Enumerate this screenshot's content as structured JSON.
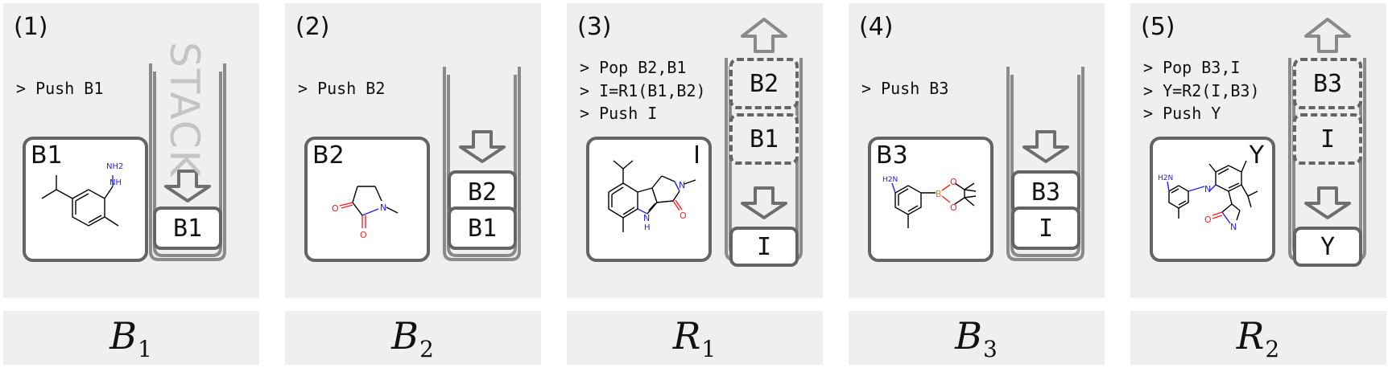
{
  "stack_word": "STACK",
  "panels": [
    {
      "step": "(1)",
      "commands": "> Push B1",
      "molecule": {
        "label": "B1",
        "atoms": [
          "NH2",
          "NH"
        ]
      },
      "stack_cells": [
        {
          "text": "B1",
          "dashed": false
        }
      ],
      "label": {
        "base": "B",
        "sub": "1"
      }
    },
    {
      "step": "(2)",
      "commands": "> Push B2",
      "molecule": {
        "label": "B2",
        "atoms": [
          "O",
          "O",
          "N"
        ]
      },
      "stack_cells": [
        {
          "text": "B2",
          "dashed": false
        },
        {
          "text": "B1",
          "dashed": false
        }
      ],
      "label": {
        "base": "B",
        "sub": "2"
      }
    },
    {
      "step": "(3)",
      "commands": "> Pop B2,B1\n> I=R1(B1,B2)\n> Push I",
      "molecule": {
        "label": "I",
        "atoms": [
          "N",
          "N",
          "H",
          "O"
        ]
      },
      "stack_cells": [
        {
          "text": "B2",
          "dashed": true
        },
        {
          "text": "B1",
          "dashed": true
        },
        {
          "text": "I",
          "dashed": false
        }
      ],
      "label": {
        "base": "R",
        "sub": "1"
      }
    },
    {
      "step": "(4)",
      "commands": "> Push B3",
      "molecule": {
        "label": "B3",
        "atoms": [
          "H2N",
          "B",
          "O",
          "O"
        ]
      },
      "stack_cells": [
        {
          "text": "B3",
          "dashed": false
        },
        {
          "text": "I",
          "dashed": false
        }
      ],
      "label": {
        "base": "B",
        "sub": "3"
      }
    },
    {
      "step": "(5)",
      "commands": "> Pop B3,I\n> Y=R2(I,B3)\n> Push Y",
      "molecule": {
        "label": "Y",
        "atoms": [
          "H2N",
          "N",
          "N",
          "O"
        ]
      },
      "stack_cells": [
        {
          "text": "B3",
          "dashed": true
        },
        {
          "text": "I",
          "dashed": true
        },
        {
          "text": "Y",
          "dashed": false
        }
      ],
      "label": {
        "base": "R",
        "sub": "2"
      }
    }
  ]
}
